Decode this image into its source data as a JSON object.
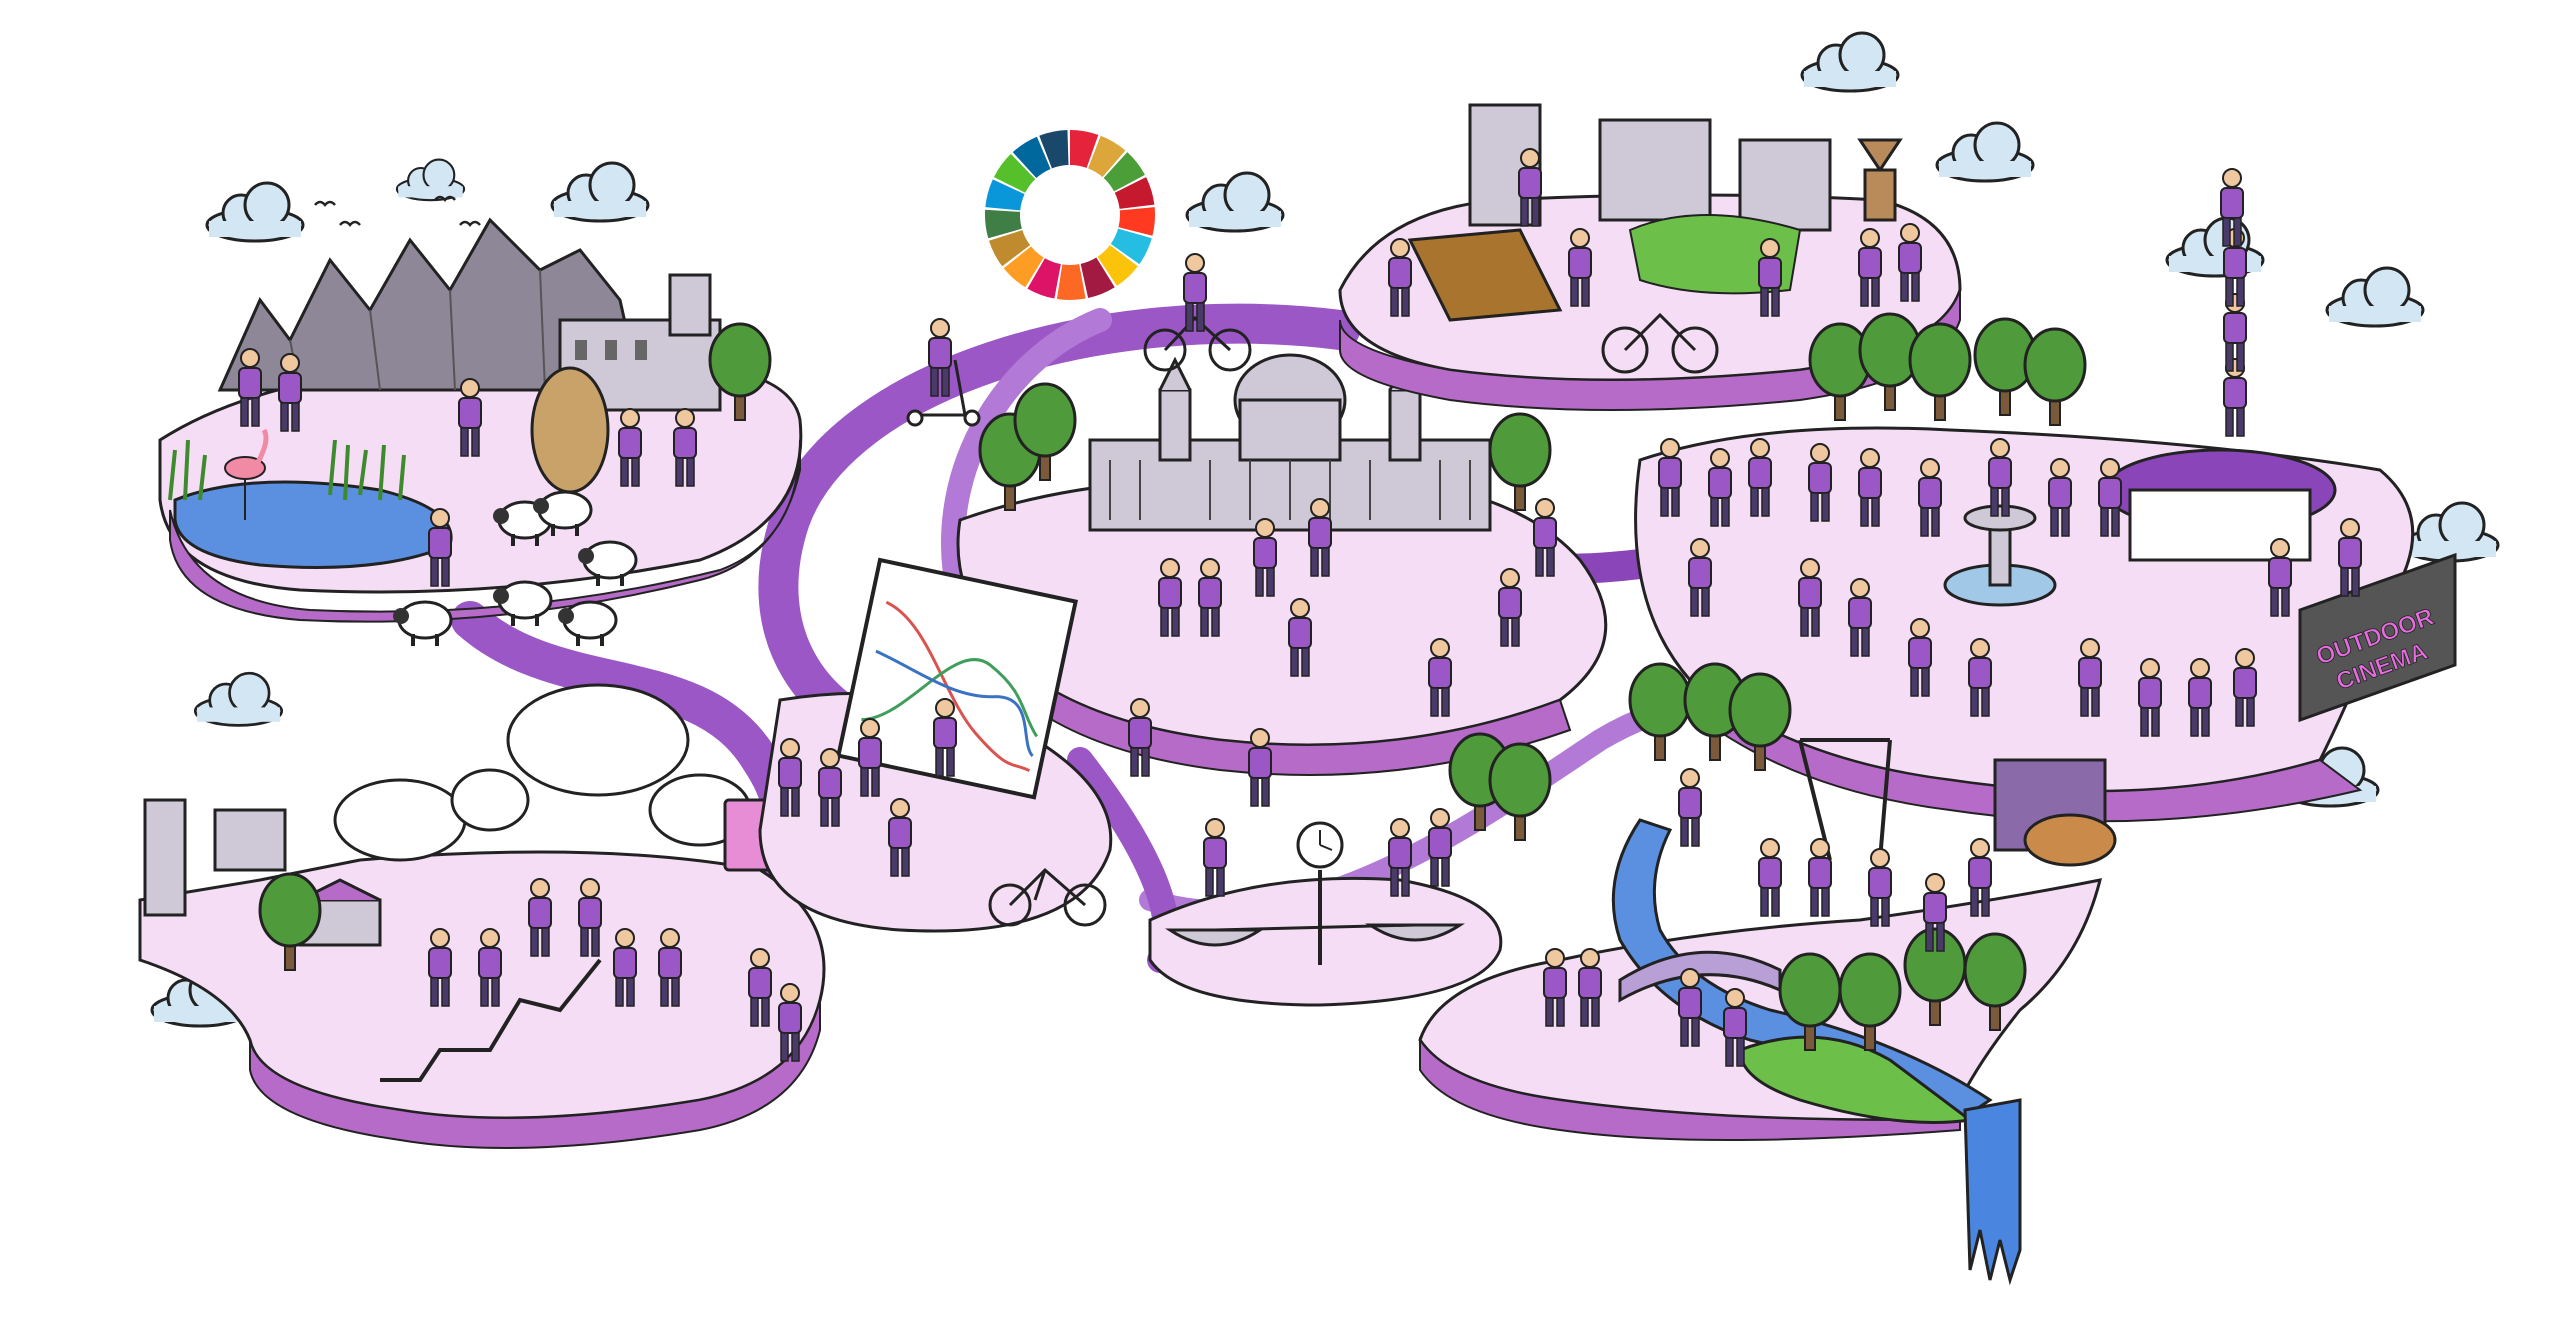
{
  "illustration": {
    "signs": {
      "outdoor_cinema_line1": "OUTDOOR",
      "outdoor_cinema_line2": "CINEMA"
    },
    "sdg_wheel": {
      "segment_count": 17,
      "colors": [
        "#E5243B",
        "#DDA63A",
        "#4C9F38",
        "#C5192D",
        "#FF3A21",
        "#26BDE2",
        "#FCC30B",
        "#A21942",
        "#FD6925",
        "#DD1367",
        "#FD9D24",
        "#BF8B2E",
        "#3F7E44",
        "#0A97D9",
        "#56C02B",
        "#00689D",
        "#19486A"
      ]
    },
    "palette": {
      "island_fill": "#f5def5",
      "island_edge": "#b76bc9",
      "path": "#9b57c6",
      "path_dark": "#7a35a8",
      "tree_green": "#4f9a3a",
      "grass": "#6cc04a",
      "water": "#5b8fe0",
      "cloud": "#d3e6f3",
      "mountain": "#8e8798",
      "building": "#cfc8d6",
      "chart_line_red": "#d9534f",
      "chart_line_green": "#3f9e5a",
      "chart_line_blue": "#3b73c4"
    },
    "icons": [
      "cloud-icon",
      "bird-icon",
      "tree-icon",
      "sheep-icon",
      "flamingo-icon",
      "bicycle-icon",
      "scooter-icon",
      "fountain-icon",
      "sdg-wheel-icon",
      "thought-bubble-icon",
      "balance-scale-icon",
      "clock-icon",
      "waterfall-icon",
      "bridge-icon",
      "swing-icon",
      "human-tower-icon"
    ]
  }
}
